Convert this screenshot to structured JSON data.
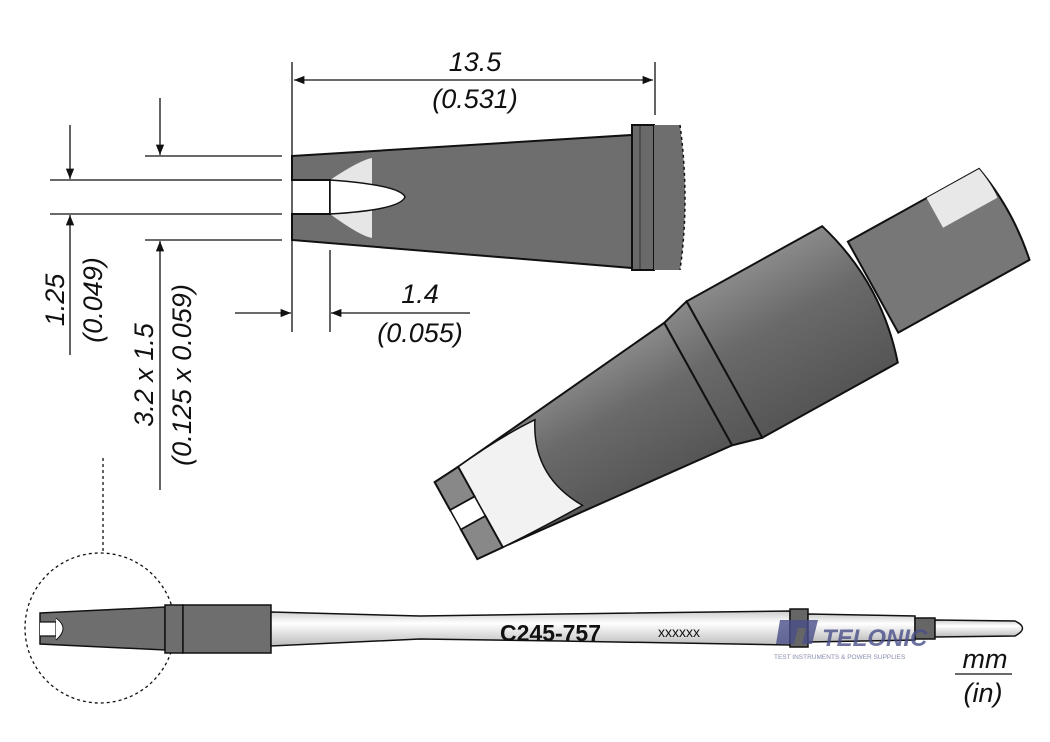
{
  "dimensions": {
    "length_mm": "13.5",
    "length_in": "(0.531)",
    "slot_mm": "1.25",
    "slot_in": "(0.049)",
    "tip_mm": "3.2 x 1.5",
    "tip_in": "(0.125 x 0.059)",
    "depth_mm": "1.4",
    "depth_in": "(0.055)"
  },
  "part": {
    "model": "C245-757",
    "serial": "xxxxxx"
  },
  "units": {
    "primary": "mm",
    "secondary": "(in)"
  },
  "watermark": {
    "brand": "TELONIC",
    "tagline": "TEST INSTRUMENTS & POWER SUPPLIES"
  },
  "colors": {
    "body": "#6e6e6e",
    "line": "#111111",
    "watermark": "#4a4f8a"
  }
}
